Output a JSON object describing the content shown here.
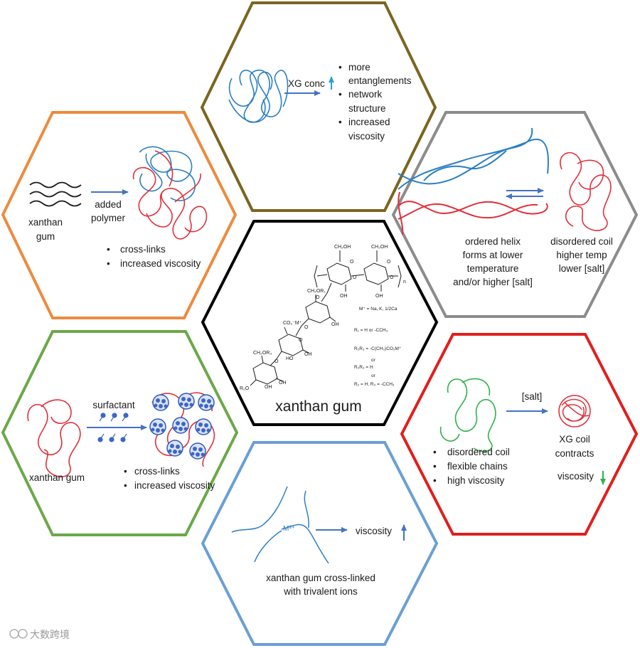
{
  "center": {
    "title": "xanthan gum",
    "formula": {
      "m_plus": "M⁺ = Na, K, 1/2Ca",
      "r1": "R₁ = H or -CCH₃",
      "r2r3_a": "R₂R₃ = -C(CH₃)CO₂M⁺",
      "or1": "or",
      "r2r3_b": "R₂R₃ = H",
      "or2": "or",
      "r2_c": "R₂ = H, R₃ = -CCH₃",
      "n": "n"
    }
  },
  "top": {
    "label": "XG conc",
    "bullets": [
      "more",
      "entanglements",
      "network",
      "structure",
      "increased",
      "viscosity"
    ]
  },
  "left_top": {
    "source": [
      "xanthan",
      "gum"
    ],
    "arrow_label": [
      "added",
      "polymer"
    ],
    "bullets": [
      "cross-links",
      "increased viscosity"
    ]
  },
  "right_top": {
    "helix_caption": [
      "ordered helix",
      "forms at lower",
      "temperature",
      "and/or higher [salt]"
    ],
    "coil_caption": [
      "disordered coil",
      "higher temp",
      "lower [salt]"
    ]
  },
  "left_bottom": {
    "arrow_label": "surfactant",
    "source": "xanthan gum",
    "bullets": [
      "cross-links",
      "increased viscosity"
    ]
  },
  "right_bottom": {
    "arrow_label": "[salt]",
    "result": [
      "XG coil",
      "contracts"
    ],
    "bullets": [
      "disordered coil",
      "flexible chains",
      "high viscosity"
    ],
    "viscosity_label": "viscosity"
  },
  "bottom": {
    "ion": "M³⁺",
    "viscosity_label": "viscosity",
    "caption": [
      "xanthan gum cross-linked",
      "with trivalent ions"
    ]
  },
  "watermark": "大数跨境",
  "colors": {
    "center_border": "#000000",
    "top_border": "#7b6520",
    "left_top_border": "#ed8b3f",
    "right_top_border": "#8c8c8c",
    "left_bottom_border": "#6ca84a",
    "right_bottom_border": "#e01f1f",
    "bottom_border": "#6a9fd6",
    "polymer_blue": "#2b7fc3",
    "polymer_red": "#e0303a",
    "polymer_green": "#2fb14a",
    "arrow_blue": "#4472c4",
    "surfactant_blue": "#3f66c6"
  }
}
